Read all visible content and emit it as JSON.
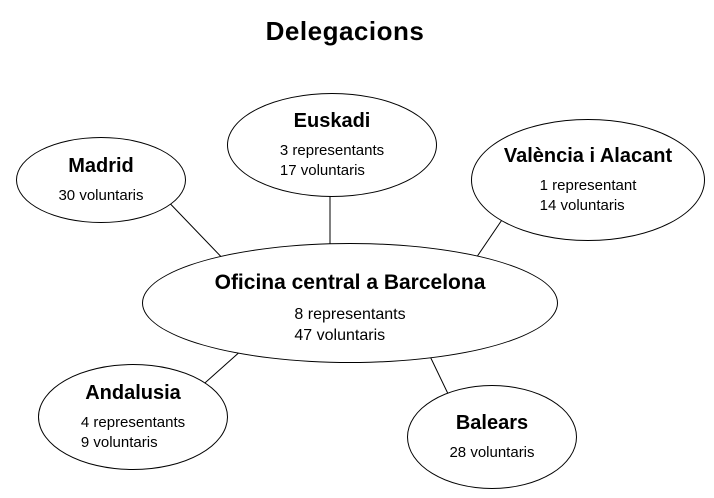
{
  "title": "Delegacions",
  "nodes": {
    "central": {
      "name": "Oficina central a Barcelona",
      "stats": [
        "8 representants",
        "47 voluntaris"
      ]
    },
    "madrid": {
      "name": "Madrid",
      "stats": [
        "30 voluntaris"
      ]
    },
    "euskadi": {
      "name": "Euskadi",
      "stats": [
        "3 representants",
        "17 voluntaris"
      ]
    },
    "valencia": {
      "name": "València i Alacant",
      "stats": [
        "1 representant",
        "14 voluntaris"
      ]
    },
    "andalusia": {
      "name": "Andalusia",
      "stats": [
        "4 representants",
        "9 voluntaris"
      ]
    },
    "balears": {
      "name": "Balears",
      "stats": [
        "28 voluntaris"
      ]
    }
  },
  "edges": [
    {
      "from": "central",
      "to": "madrid"
    },
    {
      "from": "central",
      "to": "euskadi"
    },
    {
      "from": "central",
      "to": "valencia"
    },
    {
      "from": "central",
      "to": "andalusia"
    },
    {
      "from": "central",
      "to": "balears"
    }
  ],
  "colors": {
    "background": "#ffffff",
    "stroke": "#000000",
    "text": "#000000"
  }
}
